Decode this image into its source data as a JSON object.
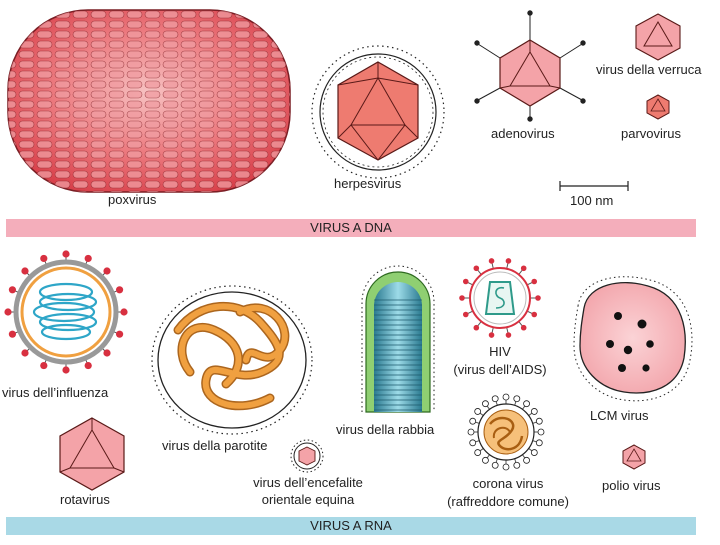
{
  "dna": {
    "band_title": "VIRUS A DNA",
    "labels": {
      "poxvirus": "poxvirus",
      "herpesvirus": "herpesvirus",
      "adenovirus": "adenovirus",
      "verruca": "virus della verruca",
      "parvovirus": "parvovirus"
    },
    "scale_bar": "100 nm"
  },
  "rna": {
    "band_title": "VIRUS A RNA",
    "labels": {
      "influenza": "virus dell’influenza",
      "rotavirus": "rotavirus",
      "parotite": "virus della parotite",
      "encefalite_1": "virus dell’encefalite",
      "encefalite_2": "orientale equina",
      "rabbia": "virus della rabbia",
      "hiv_1": "HIV",
      "hiv_2": "(virus dell’AIDS)",
      "corona_1": "corona virus",
      "corona_2": "(raffreddore comune)",
      "lcm": "LCM virus",
      "polio": "polio virus"
    }
  },
  "colors": {
    "dna_band": "#f4aebb",
    "rna_band": "#a9d9e6",
    "capsid_pink": "#f4a3a8",
    "poxvirus_red": "#e0505a",
    "herpes_core": "#ee7b70",
    "nucleocapsid_orange": "#f0a040",
    "influenza_coil": "#2ea6c8",
    "hiv_teal": "#2e9a8a",
    "spike_red": "#d83040"
  }
}
